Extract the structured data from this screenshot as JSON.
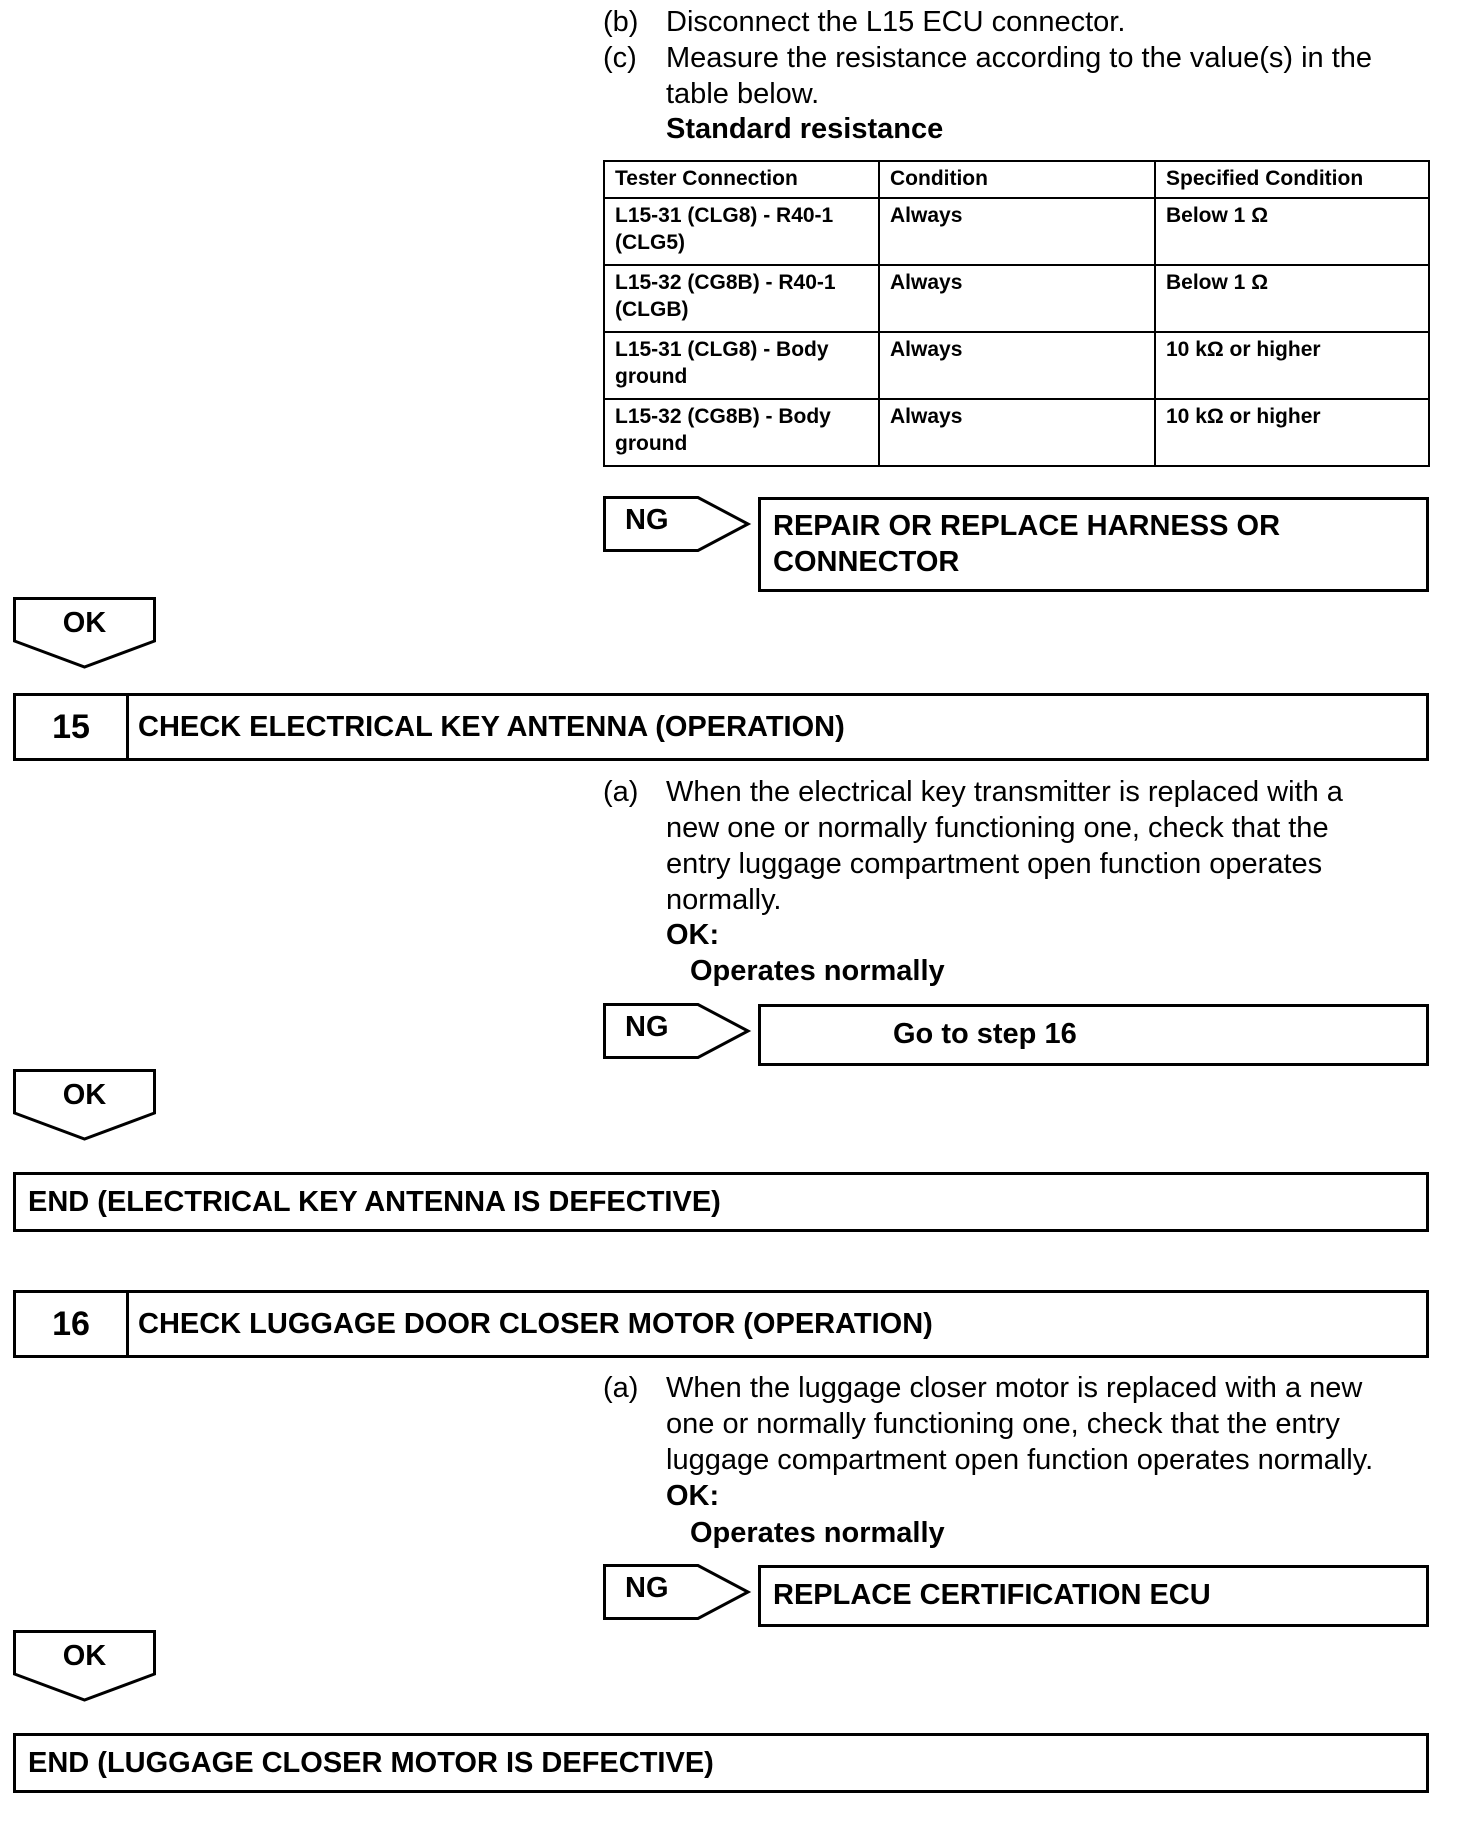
{
  "steps_top": {
    "b": {
      "label": "(b)",
      "text": "Disconnect the L15 ECU connector."
    },
    "c": {
      "label": "(c)",
      "text": "Measure the resistance according to the value(s) in the\ntable below."
    },
    "standard": "Standard resistance"
  },
  "table": {
    "headers": [
      "Tester Connection",
      "Condition",
      "Specified Condition"
    ],
    "rows": [
      [
        "L15-31 (CLG8) - R40-1 (CLG5)",
        "Always",
        "Below 1 Ω"
      ],
      [
        "L15-32 (CG8B) - R40-1 (CLGB)",
        "Always",
        "Below 1 Ω"
      ],
      [
        "L15-31 (CLG8) - Body ground",
        "Always",
        "10 kΩ or higher"
      ],
      [
        "L15-32 (CG8B) - Body ground",
        "Always",
        "10 kΩ or higher"
      ]
    ]
  },
  "ng1": {
    "label": "NG",
    "result": "REPAIR OR REPLACE HARNESS OR\nCONNECTOR"
  },
  "ok1": "OK",
  "step15": {
    "number": "15",
    "title": "CHECK ELECTRICAL KEY ANTENNA (OPERATION)",
    "a_label": "(a)",
    "a_text": "When the electrical key transmitter is replaced with a\nnew one or normally functioning one, check that the\nentry luggage compartment open function operates\nnormally.",
    "ok_label": "OK:",
    "ok_value": "Operates normally"
  },
  "ng2": {
    "label": "NG",
    "result": "Go to step 16"
  },
  "ok2": "OK",
  "end1": "END (ELECTRICAL KEY ANTENNA IS DEFECTIVE)",
  "step16": {
    "number": "16",
    "title": "CHECK LUGGAGE DOOR CLOSER MOTOR (OPERATION)",
    "a_label": "(a)",
    "a_text": "When the luggage closer motor is replaced with a new\none or normally functioning one, check that the entry\nluggage compartment open function operates normally.",
    "ok_label": "OK:",
    "ok_value": "Operates normally"
  },
  "ng3": {
    "label": "NG",
    "result": "REPLACE CERTIFICATION ECU"
  },
  "ok3": "OK",
  "end2": "END (LUGGAGE CLOSER MOTOR IS DEFECTIVE)"
}
